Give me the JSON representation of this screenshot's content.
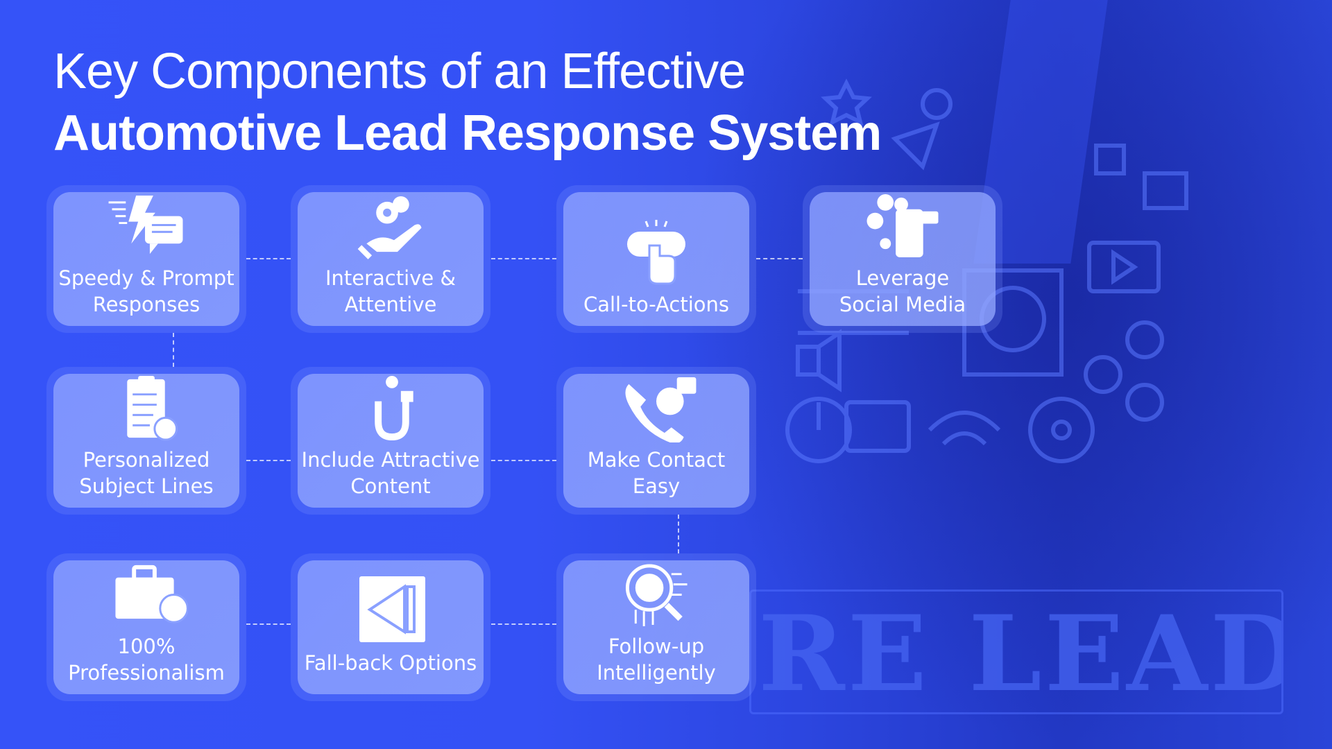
{
  "title": {
    "line1": "Key Components of an Effective",
    "line2": "Automotive Lead Response System"
  },
  "background_sign": "RE LEADS!",
  "cards": [
    {
      "label": "Speedy & Prompt Responses",
      "icon": "fast-chat-icon"
    },
    {
      "label": "Interactive & Attentive",
      "icon": "hand-gear-icon"
    },
    {
      "label": "Call-to-Actions",
      "icon": "click-button-icon"
    },
    {
      "label": "Leverage Social Media",
      "icon": "social-phone-icon"
    },
    {
      "label": "Personalized Subject Lines",
      "icon": "clipboard-user-icon"
    },
    {
      "label": "Include Attractive Content",
      "icon": "magnet-icon"
    },
    {
      "label": "Make Contact Easy",
      "icon": "phone-contact-icon"
    },
    {
      "label": "100% Professionalism",
      "icon": "briefcase-badge-icon"
    },
    {
      "label": "Fall-back Options",
      "icon": "back-arrow-icon"
    },
    {
      "label": "Follow-up Intelligently",
      "icon": "brain-search-icon"
    }
  ]
}
